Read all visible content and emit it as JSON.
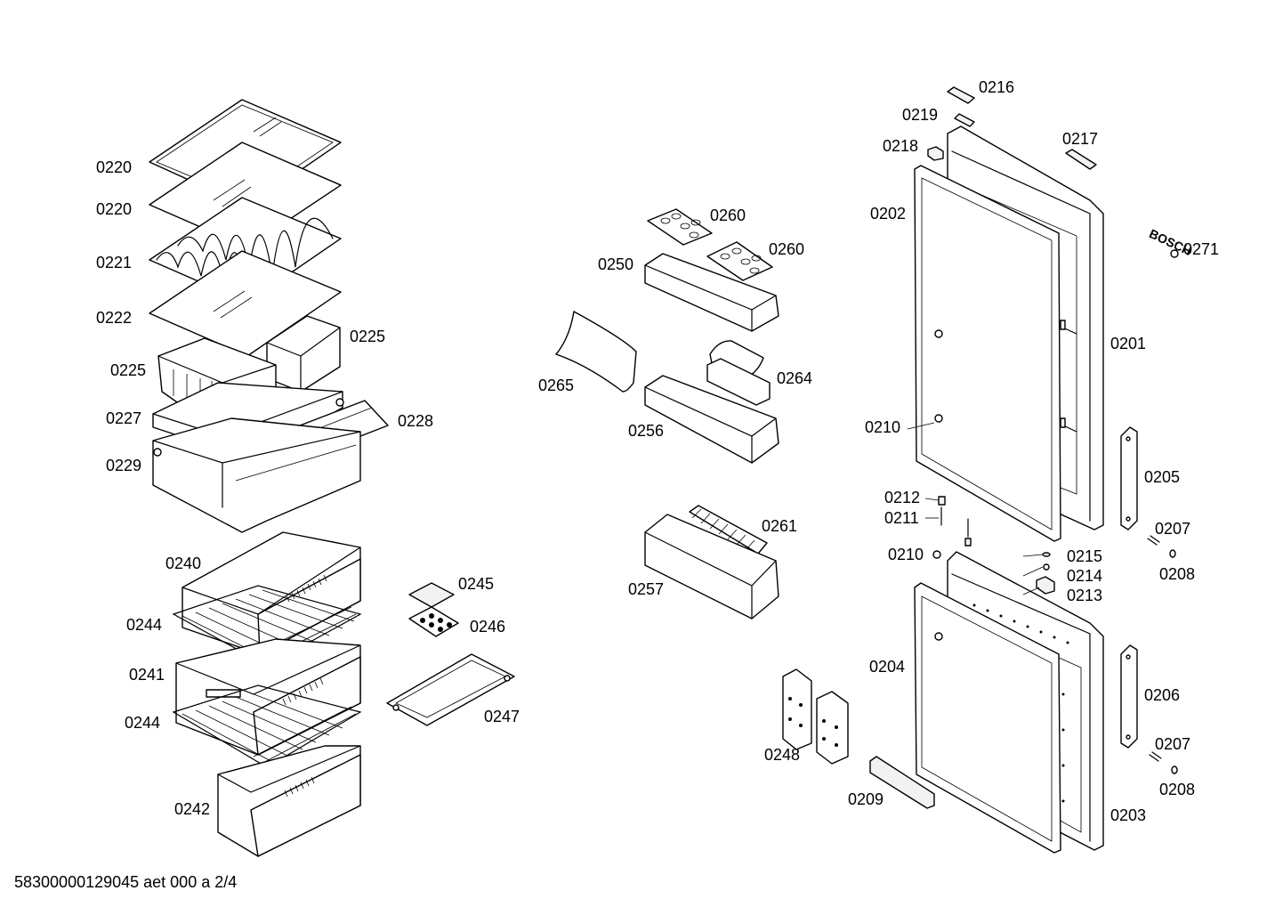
{
  "labels": {
    "l0220a": "0220",
    "l0220b": "0220",
    "l0221": "0221",
    "l0222": "0222",
    "l0225a": "0225",
    "l0225b": "0225",
    "l0227": "0227",
    "l0228": "0228",
    "l0229": "0229",
    "l0240": "0240",
    "l0244a": "0244",
    "l0241": "0241",
    "l0244b": "0244",
    "l0242": "0242",
    "l0245": "0245",
    "l0246": "0246",
    "l0247": "0247",
    "l0260a": "0260",
    "l0260b": "0260",
    "l0250": "0250",
    "l0265": "0265",
    "l0264": "0264",
    "l0256": "0256",
    "l0261": "0261",
    "l0257": "0257",
    "l0248": "0248",
    "l0209": "0209",
    "l0216": "0216",
    "l0219": "0219",
    "l0218": "0218",
    "l0217": "0217",
    "l0202": "0202",
    "l0271": "0271",
    "l0201": "0201",
    "l0210a": "0210",
    "l0205": "0205",
    "l0212": "0212",
    "l0211": "0211",
    "l0207a": "0207",
    "l0210b": "0210",
    "l0215": "0215",
    "l0208a": "0208",
    "l0214": "0214",
    "l0213": "0213",
    "l0204": "0204",
    "l0206": "0206",
    "l0207b": "0207",
    "l0208b": "0208",
    "l0203": "0203"
  },
  "brand": "BOSCH",
  "footer": "58300000129045 aet 000 a 2/4"
}
